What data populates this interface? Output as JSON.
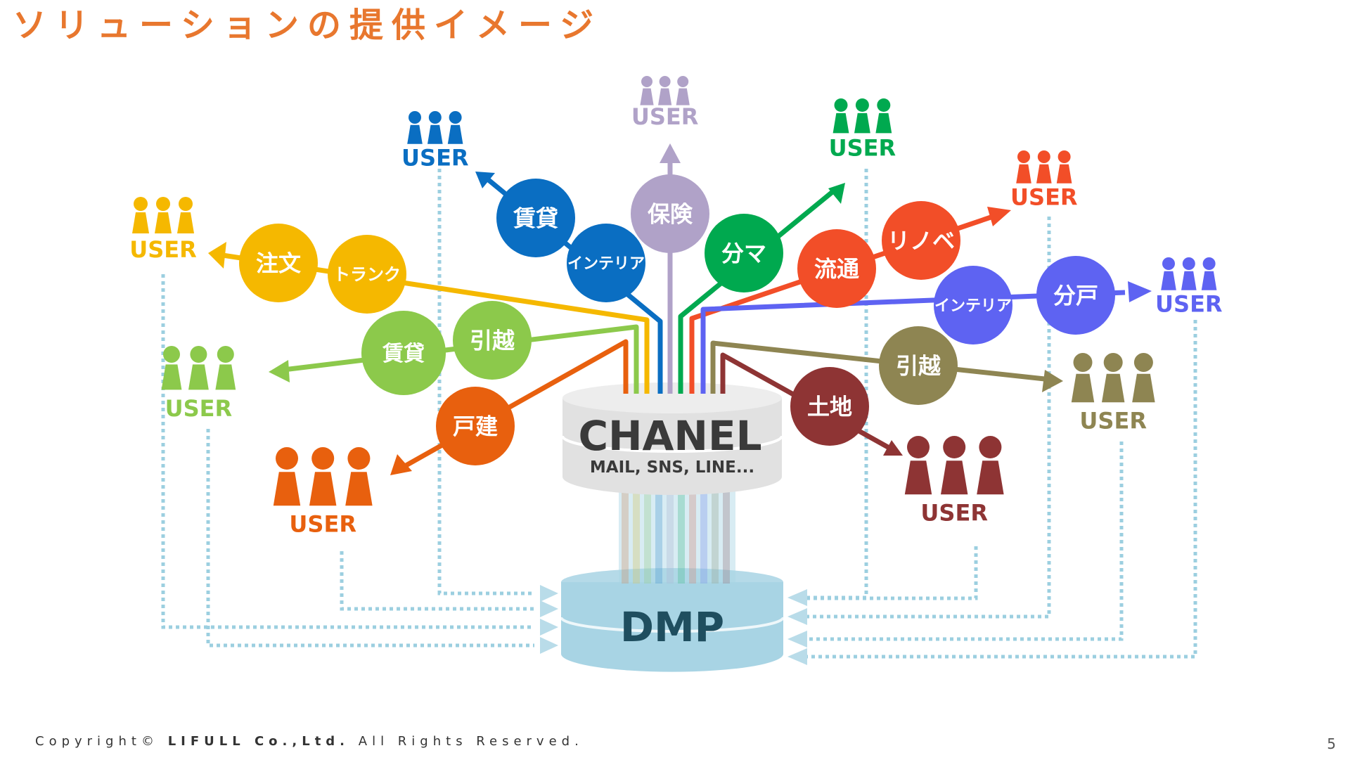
{
  "title": "ソリューションの提供イメージ",
  "colors": {
    "title": "#E8772E",
    "dashed_line": "#9CCFE0",
    "chanel_db": "#E3E3E3",
    "dmp_db": "#A8D4E4"
  },
  "chanel": {
    "title": "CHANEL",
    "subtitle": "MAIL, SNS, LINE..."
  },
  "dmp": {
    "title": "DMP"
  },
  "user_label": "USER",
  "groups": [
    {
      "id": "yellow",
      "color": "#F5B800",
      "labels": [
        "注文",
        "トランク"
      ]
    },
    {
      "id": "blue",
      "color": "#0A6EC2",
      "labels": [
        "賃貸",
        "インテリア"
      ]
    },
    {
      "id": "purple",
      "color": "#B0A2C8",
      "labels": [
        "保険"
      ]
    },
    {
      "id": "green",
      "color": "#00A94F",
      "labels": [
        "分マ"
      ]
    },
    {
      "id": "redorange",
      "color": "#F24E28",
      "labels": [
        "流通",
        "リノベ"
      ]
    },
    {
      "id": "violet",
      "color": "#5E63F2",
      "labels": [
        "インテリア",
        "分戸"
      ]
    },
    {
      "id": "lime",
      "color": "#8CC94B",
      "labels": [
        "賃貸",
        "引越"
      ]
    },
    {
      "id": "orange",
      "color": "#E8600E",
      "labels": [
        "戸建"
      ]
    },
    {
      "id": "maroon",
      "color": "#8E3434",
      "labels": [
        "土地"
      ]
    },
    {
      "id": "olive",
      "color": "#8E8552",
      "labels": [
        "引越"
      ]
    }
  ],
  "footer": {
    "prefix": "Copyright©",
    "company": "LIFULL Co.,Ltd.",
    "suffix": "All Rights Reserved."
  },
  "page_number": "5"
}
